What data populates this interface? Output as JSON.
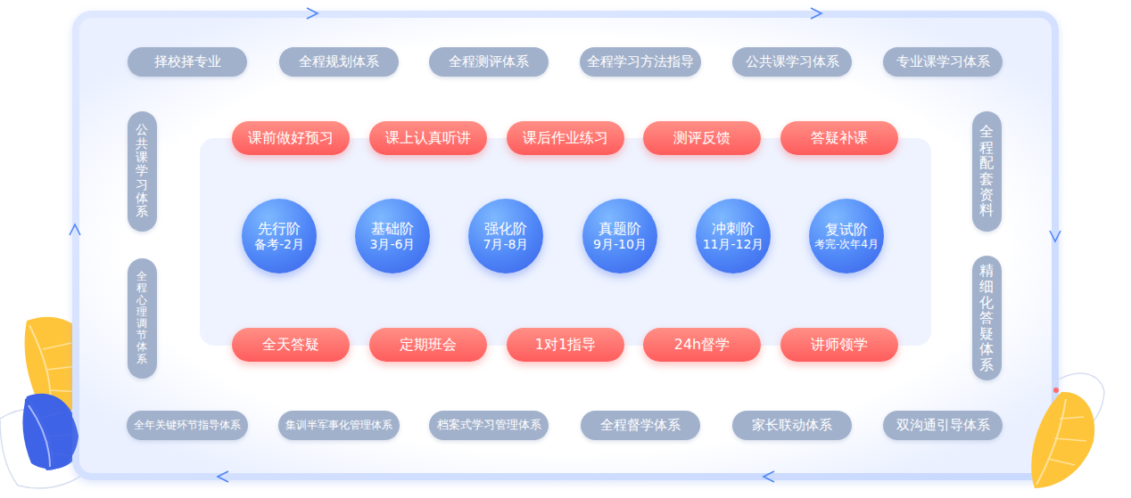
{
  "diagram": {
    "nodes": [
      {
        "text": [
          "择校择专业"
        ]
      },
      {
        "text": [
          "全程规划体系"
        ]
      },
      {
        "text": [
          "全程测评体系"
        ]
      },
      {
        "text": [
          "全程学习方法指导"
        ]
      },
      {
        "text": [
          "公共课学习体系"
        ]
      },
      {
        "text": [
          "专业课学习体系"
        ]
      },
      {
        "text": [
          "公共课学习体系"
        ]
      },
      {
        "text": [
          "课前做好预习"
        ]
      },
      {
        "text": [
          "课上认真听讲"
        ]
      },
      {
        "text": [
          "课后作业练习"
        ]
      },
      {
        "text": [
          "测评反馈"
        ]
      },
      {
        "text": [
          "答疑补课"
        ]
      },
      {
        "text": [
          "全程配套资料"
        ]
      },
      {
        "text": [
          "先行阶",
          "备考-2月"
        ]
      },
      {
        "text": [
          "基础阶",
          "3月-6月"
        ]
      },
      {
        "text": [
          "强化阶",
          "7月-8月"
        ]
      },
      {
        "text": [
          "真题阶",
          "9月-10月"
        ]
      },
      {
        "text": [
          "冲刺阶",
          "11月-12月"
        ]
      },
      {
        "text": [
          "复试阶",
          "考完-次年4月"
        ]
      },
      {
        "text": [
          "全程心理调节体系"
        ]
      },
      {
        "text": [
          "精细化答疑体系"
        ]
      },
      {
        "text": [
          "全天答疑"
        ]
      },
      {
        "text": [
          "定期班会"
        ]
      },
      {
        "text": [
          "1对1指导"
        ]
      },
      {
        "text": [
          "24h督学"
        ]
      },
      {
        "text": [
          "讲师领学"
        ]
      },
      {
        "text": [
          "全年关键环节指导体系"
        ]
      },
      {
        "text": [
          "集训半军事化管理体系"
        ]
      },
      {
        "text": [
          "档案式学习管理体系"
        ]
      },
      {
        "text": [
          "全程督学体系"
        ]
      },
      {
        "text": [
          "家长联动体系"
        ]
      },
      {
        "text": [
          "双沟通引导体系"
        ]
      }
    ]
  }
}
